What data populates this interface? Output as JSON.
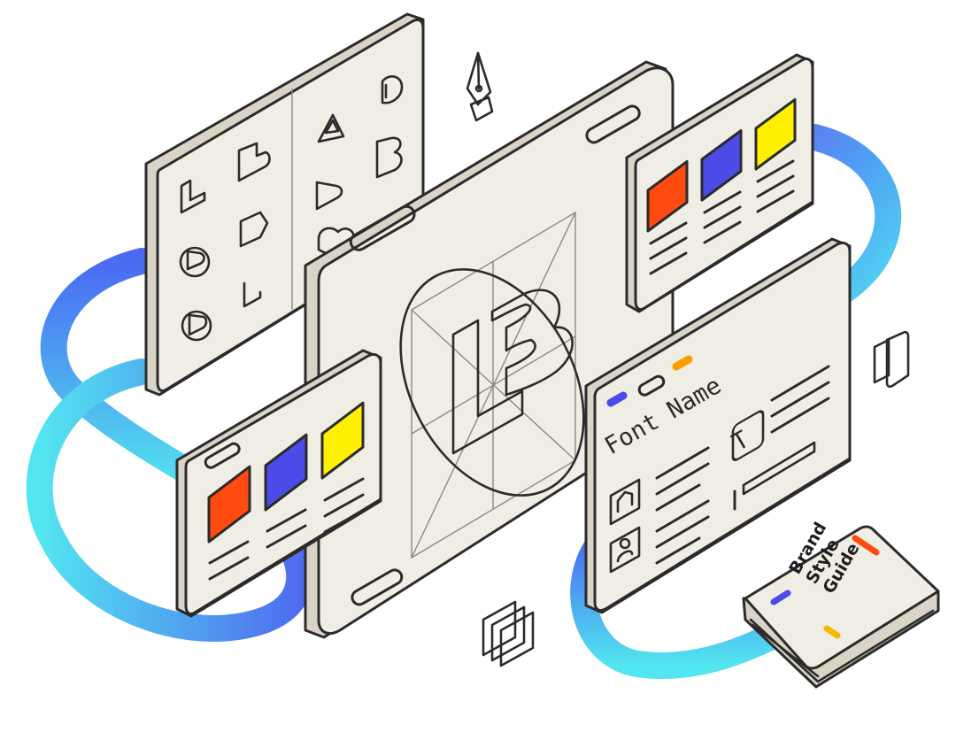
{
  "font_panel": {
    "font_label": "Font Name",
    "type_glyph": "T",
    "icons": [
      "home-icon",
      "user-icon",
      "text-type-icon"
    ]
  },
  "book": {
    "title_lines": [
      "Brand",
      "Style",
      "Guide"
    ]
  },
  "main_panel": {
    "monogram": "LB"
  },
  "palette_top_right": {
    "swatches": [
      "#ff4a10",
      "#4b4be8",
      "#fff000"
    ]
  },
  "palette_bottom_left": {
    "swatches": [
      "#ff4a10",
      "#4b4be8",
      "#fff000"
    ]
  },
  "palette_book": {
    "accents": [
      "#ff4a10",
      "#4b4be8",
      "#f7b600"
    ]
  },
  "font_panel_dots": [
    "#4b4be8",
    "#f7a000"
  ],
  "colors": {
    "paper": "#f0ede4",
    "paper_side": "#d9d4c6",
    "outline": "#2b2b2b",
    "ribbon_blue": "#4f6cf0",
    "ribbon_cyan": "#52e6f0"
  },
  "decorations": [
    "pen-nib-icon",
    "stacked-cards-icon",
    "layers-icon"
  ]
}
